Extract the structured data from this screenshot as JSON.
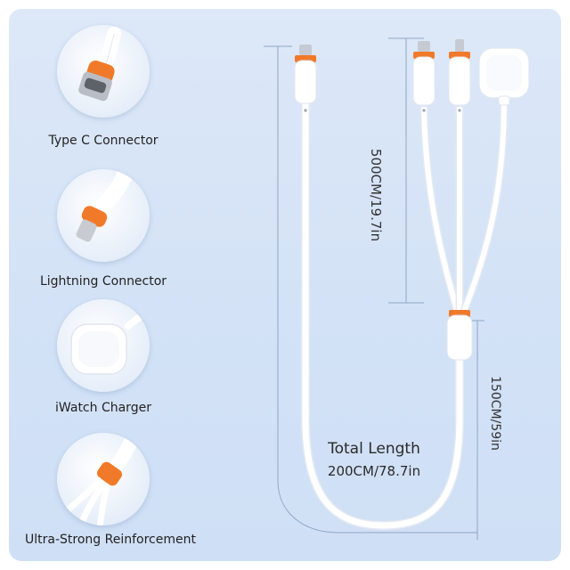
{
  "features": [
    {
      "label": "Type C Connector",
      "icon": "usb-c-connector-icon"
    },
    {
      "label": "Lightning Connector",
      "icon": "lightning-connector-icon"
    },
    {
      "label": "iWatch Charger",
      "icon": "watch-charger-icon"
    },
    {
      "label": "Ultra-Strong Reinforcement",
      "icon": "split-reinforcement-icon"
    }
  ],
  "dimensions": {
    "split_length": "500CM/19.7in",
    "tail_length": "150CM/59in",
    "total_title": "Total Length",
    "total_value": "200CM/78.7in"
  },
  "colors": {
    "background": "#d8e5f7",
    "cable": "#ffffff",
    "accent_orange": "#f07a2a",
    "dimension_line": "#8fa6c6"
  }
}
